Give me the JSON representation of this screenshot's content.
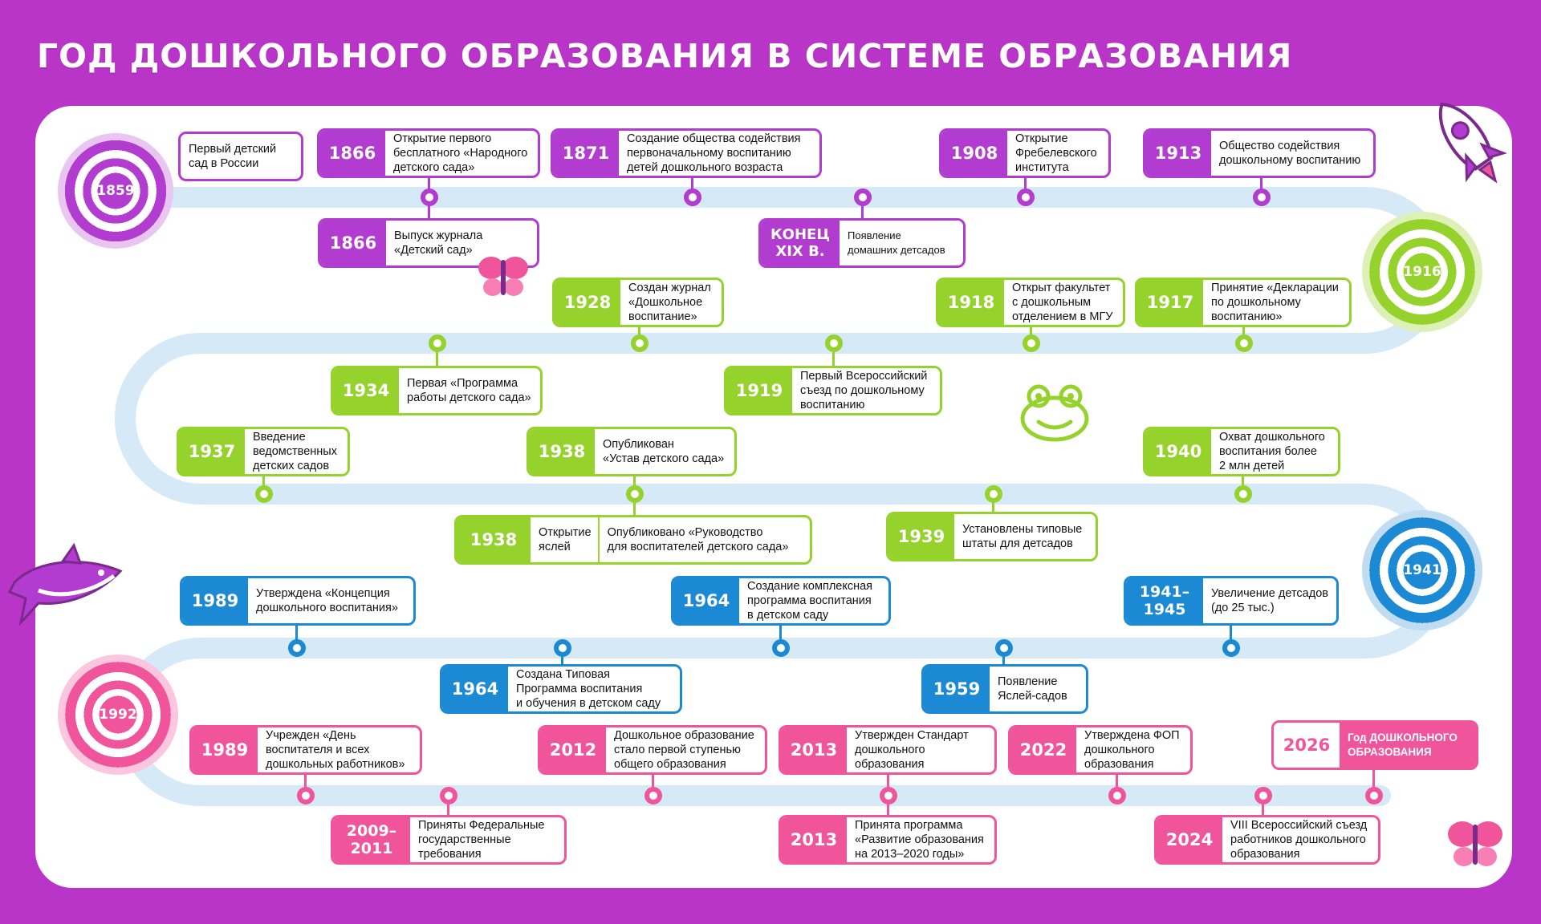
{
  "title": "ГОД ДОШКОЛЬНОГО ОБРАЗОВАНИЯ В СИСТЕМЕ ОБРАЗОВАНИЯ",
  "colors": {
    "background": "#b835c8",
    "purple": "#b23bd0",
    "green": "#95d22c",
    "blue": "#1c89d4",
    "pink": "#f0549a",
    "road": "#d6e9f7"
  },
  "milestones": {
    "m1859": "1859",
    "m1916": "1916",
    "m1941": "1941",
    "m1992": "1992"
  },
  "events": {
    "e1859": {
      "text": "Первый детский\nсад в России"
    },
    "e1866a": {
      "year": "1866",
      "text": "Открытие первого\nбесплатного «Народного\nдетского сада»"
    },
    "e1871": {
      "year": "1871",
      "text": "Создание общества содействия\nпервоначальному воспитанию\nдетей дошкольного возраста"
    },
    "e1908": {
      "year": "1908",
      "text": "Открытие\nФребелевского\nинститута"
    },
    "e1913": {
      "year": "1913",
      "text": "Общество содействия\nдошкольному воспитанию"
    },
    "e1866b": {
      "year": "1866",
      "text": "Выпуск журнала\n«Детский сад»"
    },
    "econec": {
      "year": "КОНЕЦ\nXIX В.",
      "text": "Появление\nдомашних детсадов"
    },
    "e1928": {
      "year": "1928",
      "text": "Создан журнал\n«Дошкольное\nвоспитание»"
    },
    "e1918": {
      "year": "1918",
      "text": "Открыт факультет\nс дошкольным\nотделением в МГУ"
    },
    "e1917": {
      "year": "1917",
      "text": "Принятие «Декларации\nпо дошкольному\nвоспитанию»"
    },
    "e1934": {
      "year": "1934",
      "text": "Первая «Программа\nработы детского сада»"
    },
    "e1919": {
      "year": "1919",
      "text": "Первый Всероссийский\nсъезд по дошкольному\nвоспитанию"
    },
    "e1937": {
      "year": "1937",
      "text": "Введение\nведомственных\nдетских садов"
    },
    "e1938a": {
      "year": "1938",
      "text": "Опубликован\n«Устав детского сада»"
    },
    "e1940": {
      "year": "1940",
      "text": "Охват дошкольного\nвоспитания более\n2 млн детей"
    },
    "e1938b": {
      "year": "1938",
      "text": "Открытие\nяслей",
      "text2": "Опубликовано «Руководство\nдля воспитателей детского сада»"
    },
    "e1939": {
      "year": "1939",
      "text": "Установлены типовые\nштаты для детсадов"
    },
    "e1989a": {
      "year": "1989",
      "text": "Утверждена «Концепция\nдошкольного воспитания»"
    },
    "e1964a": {
      "year": "1964",
      "text": "Создание комплексная\nпрограмма воспитания\nв детском саду"
    },
    "e1941": {
      "year": "1941–\n1945",
      "text": "Увеличение детсадов\n(до 25 тыс.)"
    },
    "e1964b": {
      "year": "1964",
      "text": "Создана Типовая\nПрограмма воспитания\nи обучения в детском саду"
    },
    "e1959": {
      "year": "1959",
      "text": "Появление\nЯслей-садов"
    },
    "e1989b": {
      "year": "1989",
      "text": "Учрежден «День\nвоспитателя и всех\nдошкольных работников»"
    },
    "e2012": {
      "year": "2012",
      "text": "Дошкольное образование\nстало первой ступенью\nобщего образования"
    },
    "e2013a": {
      "year": "2013",
      "text": "Утвержден Стандарт\nдошкольного\nобразования"
    },
    "e2022": {
      "year": "2022",
      "text": "Утверждена ФОП\nдошкольного\nобразования"
    },
    "e2026": {
      "year": "2026",
      "text": "Год ДОШКОЛЬНОГО\nОБРАЗОВАНИЯ"
    },
    "e2009": {
      "year": "2009–\n2011",
      "text": "Приняты Федеральные\nгосударственные\nтребования"
    },
    "e2013b": {
      "year": "2013",
      "text": "Принята программа\n«Развитие образования\nна 2013–2020 годы»"
    },
    "e2024": {
      "year": "2024",
      "text": "VIII Всероссийский съезд\nработников дошкольного\nобразования"
    }
  }
}
